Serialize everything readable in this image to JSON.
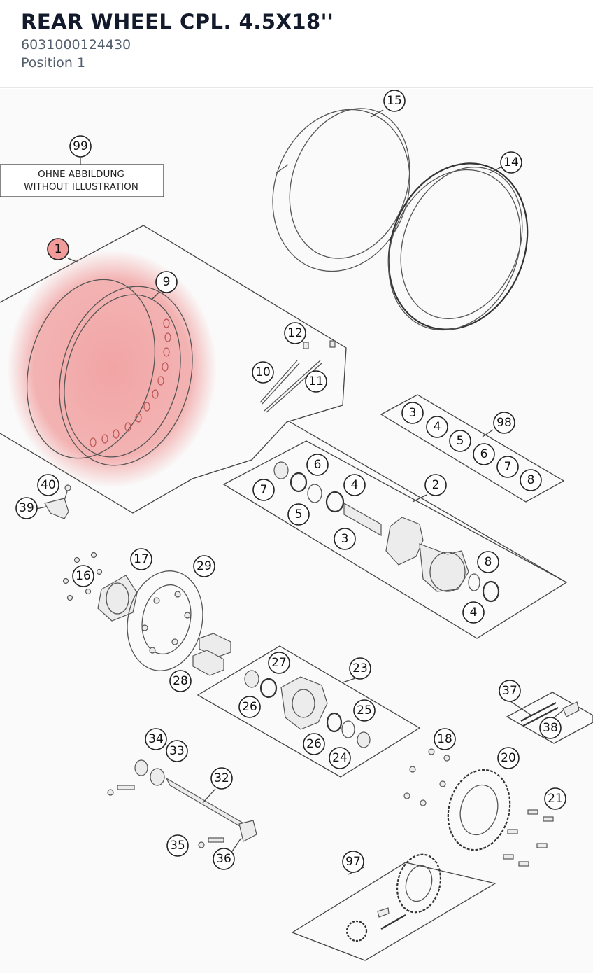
{
  "header": {
    "title": "REAR WHEEL CPL. 4.5X18''",
    "part_number": "6031000124430",
    "position": "Position 1"
  },
  "note": {
    "line1": "OHNE ABBILDUNG",
    "line2": "WITHOUT ILLUSTRATION"
  },
  "highlight_color": "#f19b9b",
  "callouts": {
    "c1": "1",
    "c2": "2",
    "c3a": "3",
    "c3b": "3",
    "c4a": "4",
    "c4b": "4",
    "c4c": "4",
    "c5a": "5",
    "c5b": "5",
    "c6a": "6",
    "c6b": "6",
    "c7a": "7",
    "c7b": "7",
    "c8a": "8",
    "c8b": "8",
    "c9": "9",
    "c10": "10",
    "c11": "11",
    "c12": "12",
    "c14": "14",
    "c15": "15",
    "c16": "16",
    "c17": "17",
    "c18": "18",
    "c20": "20",
    "c21": "21",
    "c23": "23",
    "c24": "24",
    "c25": "25",
    "c26a": "26",
    "c26b": "26",
    "c27": "27",
    "c28": "28",
    "c29": "29",
    "c32": "32",
    "c33": "33",
    "c34": "34",
    "c35": "35",
    "c36": "36",
    "c37": "37",
    "c38": "38",
    "c39": "39",
    "c40": "40",
    "c97": "97",
    "c98": "98",
    "c99": "99"
  }
}
